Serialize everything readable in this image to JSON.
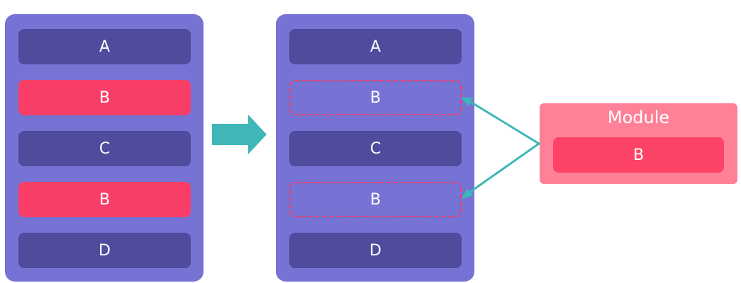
{
  "colors": {
    "panel": "#7773d4",
    "block_dark": "#4f4b9d",
    "block_highlight": "#f83e66",
    "dashed_border": "#f03d67",
    "arrow": "#3fb6b8",
    "module_box": "#ff8197",
    "module_block": "#fc4266"
  },
  "left_panel": {
    "blocks": [
      {
        "label": "A",
        "style": "dark"
      },
      {
        "label": "B",
        "style": "highlight"
      },
      {
        "label": "C",
        "style": "dark"
      },
      {
        "label": "B",
        "style": "highlight"
      },
      {
        "label": "D",
        "style": "dark"
      }
    ]
  },
  "right_panel": {
    "blocks": [
      {
        "label": "A",
        "style": "dark"
      },
      {
        "label": "B",
        "style": "dashed"
      },
      {
        "label": "C",
        "style": "dark"
      },
      {
        "label": "B",
        "style": "dashed"
      },
      {
        "label": "D",
        "style": "dark"
      }
    ]
  },
  "module": {
    "title": "Module",
    "block_label": "B"
  },
  "icons": {
    "transform_arrow": "right-arrow-icon",
    "link_arrows": "arrow-pointer-icon"
  }
}
